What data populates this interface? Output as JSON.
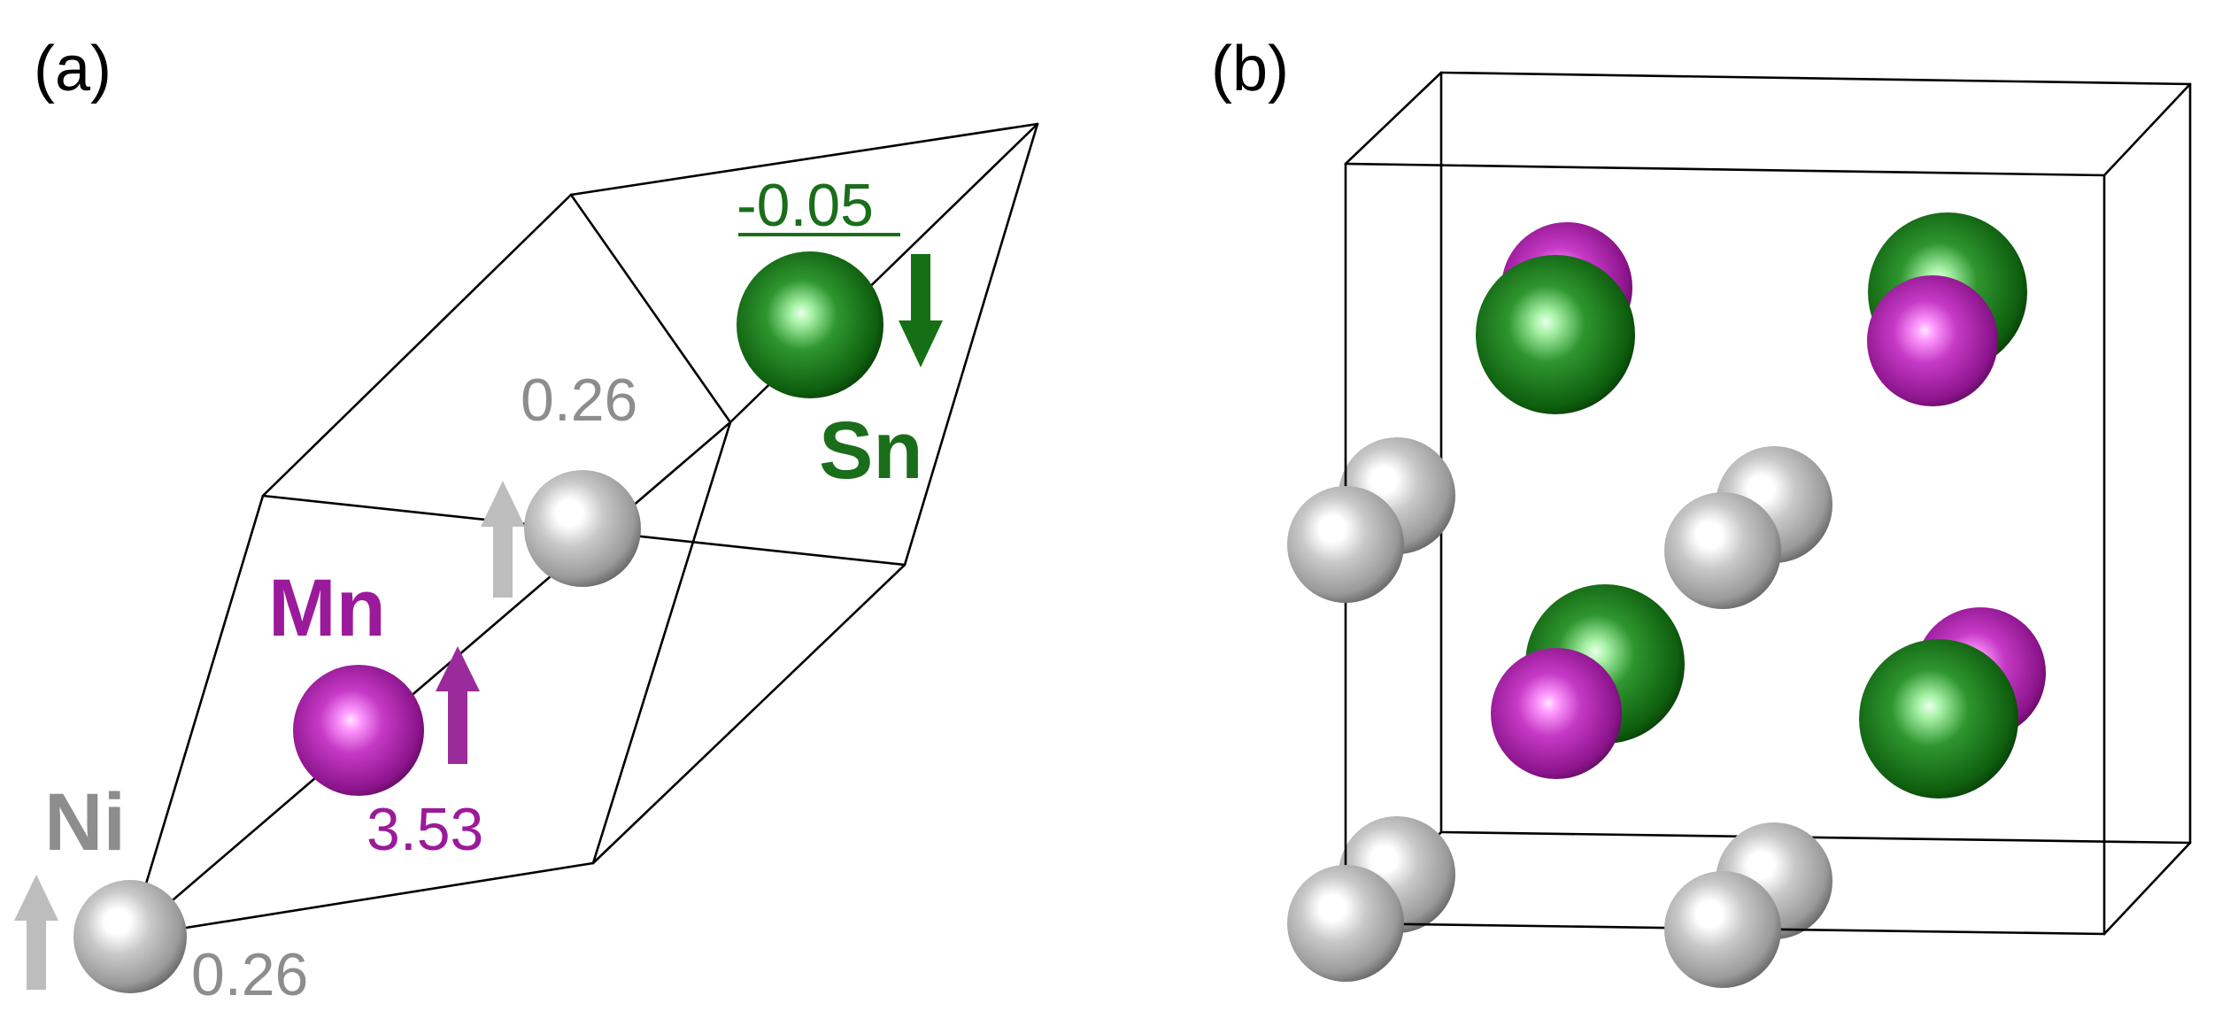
{
  "panels": [
    {
      "label": "(a)"
    },
    {
      "label": "(b)"
    }
  ],
  "atoms": {
    "ni": {
      "symbol": "Ni",
      "moment": "0.26",
      "moment_alt": "0.26",
      "color": "#a6a6a6",
      "highlight": "#ffffff",
      "edge": "#555555",
      "arrow": "up"
    },
    "mn": {
      "symbol": "Mn",
      "moment": "3.53",
      "color": "#9b1a9b",
      "highlight": "#ffaaff",
      "edge": "#3c0a3c",
      "arrow": "up"
    },
    "sn": {
      "symbol": "Sn",
      "moment": "-0.05",
      "color": "#127512",
      "highlight": "#b6ffb6",
      "edge": "#0a360a",
      "arrow": "down"
    }
  },
  "colors": {
    "ni_label": "#8d8d8d",
    "ni_arrow": "#bdbdbd",
    "mn_label": "#9b1a9b",
    "mn_arrow": "#9b2b9b",
    "sn_label": "#1a6e1a",
    "sn_arrow": "#157015",
    "cell_edge": "#000000"
  }
}
